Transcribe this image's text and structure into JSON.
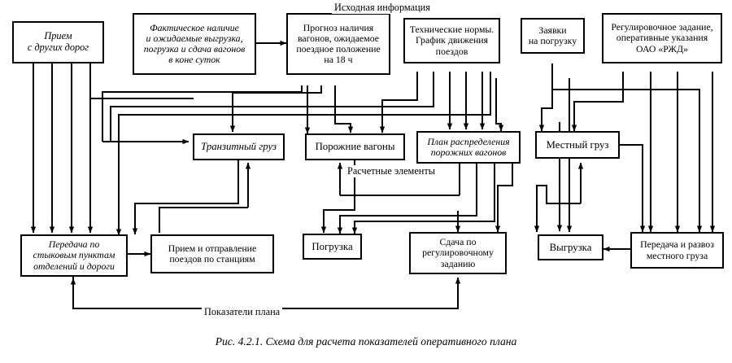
{
  "figure": {
    "header_label": "Исходная информация",
    "calc_label": "Расчетные элементы",
    "feedback_label": "Показатели плана",
    "caption": "Рис. 4.2.1. Схема для расчета показателей оперативного плана",
    "line_color": "#000000",
    "background_color": "#ffffff"
  },
  "inputs": [
    {
      "id": "priem-s-drugih-dorog",
      "label": "Прием\nс других дорог"
    },
    {
      "id": "fakticheskoe-nalichie",
      "label": "Фактическое наличие\nи ожидаемые выгрузка,\nпогрузка и сдача вагонов\nв коне суток"
    },
    {
      "id": "prognoz-nalichiya-vagonov",
      "label": "Прогноз наличия\nвагонов, ожидаемое\nпоездное положение\nна 18 ч"
    },
    {
      "id": "tehnicheskie-normy",
      "label": "Технические нормы.\nГрафик движения\nпоездов"
    },
    {
      "id": "zayavki-na-pogruzku",
      "label": "Заявки\nна погрузку"
    },
    {
      "id": "regulirovochnoe-zadanie",
      "label": "Регулировочное задание,\nоперативные указания\nОАО «РЖД»"
    }
  ],
  "calc_elements": [
    {
      "id": "tranzitnyy-gruz",
      "label": "Транзитный груз"
    },
    {
      "id": "porozhnie-vagony",
      "label": "Порожние вагоны"
    },
    {
      "id": "plan-raspredeleniya",
      "label": "План распределения\nпорожних вагонов"
    },
    {
      "id": "mestnyy-gruz",
      "label": "Местный груз"
    }
  ],
  "plan_indicators": [
    {
      "id": "peredacha-po-stykovym",
      "label": "Передача по\nстыковым пунктам\nотделений и дороги"
    },
    {
      "id": "priem-i-otpravlenie",
      "label": "Прием и отправление\nпоездов по станциям"
    },
    {
      "id": "pogruzka",
      "label": "Погрузка"
    },
    {
      "id": "sdacha-po-reg-zadaniyu",
      "label": "Сдача по\nрегулировочному\nзаданию"
    },
    {
      "id": "vygruzka",
      "label": "Выгрузка"
    },
    {
      "id": "peredacha-i-razvoz",
      "label": "Передача и развоз\nместного груза"
    }
  ]
}
